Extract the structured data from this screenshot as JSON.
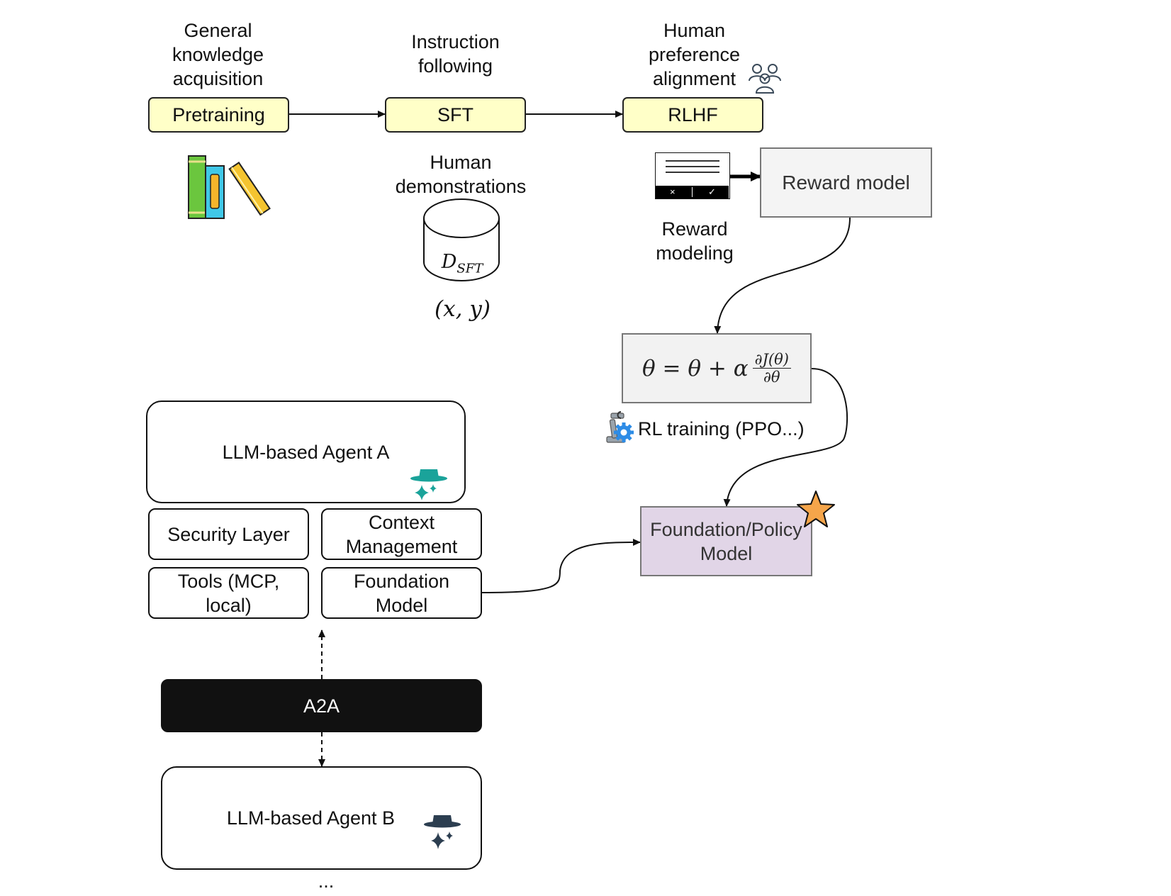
{
  "stages": {
    "pretraining": {
      "label": "Pretraining",
      "caption": "General\nknowledge\nacquisition"
    },
    "sft": {
      "label": "SFT",
      "caption": "Instruction\nfollowing"
    },
    "rlhf": {
      "label": "RLHF",
      "caption": "Human\npreference\nalignment"
    }
  },
  "sft_data": {
    "caption": "Human\ndemonstrations",
    "db_label": "D",
    "db_sub": "SFT",
    "pair": "(x, y)"
  },
  "reward": {
    "box_label": "Reward model",
    "caption": "Reward\nmodeling",
    "cross": "×",
    "check": "✓"
  },
  "update": {
    "lhs": "θ = θ + α",
    "num": "∂J(θ)",
    "den": "∂θ",
    "caption": "RL training (PPO...)"
  },
  "policy": {
    "label": "Foundation/Policy\nModel"
  },
  "agent_a": {
    "title": "LLM-based Agent A",
    "components": {
      "security": "Security Layer",
      "context": "Context\nManagement",
      "tools": "Tools (MCP,\nlocal)",
      "foundation": "Foundation\nModel"
    }
  },
  "protocol": {
    "label": "A2A"
  },
  "agent_b": {
    "title": "LLM-based Agent B"
  },
  "ellipsis": "...",
  "colors": {
    "stage_fill": "#ffffc8",
    "policy_fill": "#e1d5e7",
    "star": "#f5a54a",
    "agent_a_icon": "#1aa39a",
    "agent_b_icon": "#2c3e50"
  },
  "icons": [
    "books-icon",
    "users-icon",
    "database-icon",
    "feedback-form-icon",
    "robot-arm-gear-icon",
    "agent-hat-icon",
    "star-icon"
  ]
}
